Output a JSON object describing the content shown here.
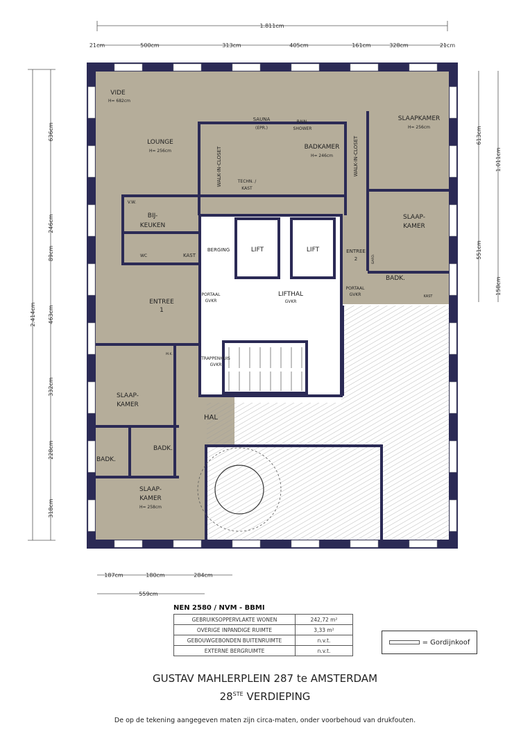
{
  "dimensions": {
    "top_total": "1.811cm",
    "top_segments": [
      "21cm",
      "500cm",
      "313cm",
      "405cm",
      "161cm",
      "328cm",
      "21cm"
    ],
    "left_total": "2.414cm",
    "left_segments": [
      "636cm",
      "246cm",
      "89cm",
      "463cm",
      "332cm",
      "228cm",
      "318cm"
    ],
    "right_segments": [
      "613cm",
      "551cm"
    ],
    "right_total": "1.011cm",
    "right_extra": "158cm",
    "bottom_segments": [
      "187cm",
      "180cm",
      "284cm"
    ],
    "bottom_total": "559cm"
  },
  "rooms": {
    "vide": "VIDE",
    "vide_h": "H= 682cm",
    "lounge": "LOUNGE",
    "lounge_h": "H= 256cm",
    "sauna": "SAUNA",
    "sauna_sub": "(EPR.)",
    "rain": "RAIN-",
    "shower": "SHOWER",
    "badkamer": "BADKAMER",
    "badkamer_h": "H= 246cm",
    "techn": "TECHN. /",
    "kast": "KAST",
    "walkin1": "WALK-IN-CLOSET",
    "walkin2": "WALK-IN-CLOSET",
    "slaapkamer": "SLAAPKAMER",
    "slaapkamer_h": "H= 256cm",
    "bij": "BIJ-",
    "keuken": "KEUKEN",
    "wc1": "WC",
    "kast2": "KAST",
    "vw": "V.W.",
    "berging": "BERGING",
    "lift1": "LIFT",
    "lift2": "LIFT",
    "entree2a": "ENTREE",
    "entree2b": "2",
    "slaap2a": "SLAAP-",
    "slaap2b": "KAMER",
    "badk1": "BADK.",
    "kast3": "KAST",
    "gard": "GARD.",
    "portaal1a": "PORTAAL",
    "portaal1b": "GVKR",
    "lifthal": "LIFTHAL",
    "lifthal_sub": "GVKR",
    "portaal2a": "PORTAAL",
    "portaal2b": "GVKR",
    "entree1a": "ENTREE",
    "entree1b": "1",
    "trap_a": "TRAPPENHUIS",
    "trap_b": "GVKR",
    "mk": "M.K.",
    "slaap3a": "SLAAP-",
    "slaap3b": "KAMER",
    "hal": "HAL",
    "badk2": "BADK.",
    "badk3": "BADK.",
    "slaap4a": "SLAAP-",
    "slaap4b": "KAMER",
    "slaap4h": "H= 258cm"
  },
  "colors": {
    "wall": "#2b2a55",
    "room": "#b5ad9a"
  },
  "area_table": {
    "title": "NEN 2580 / NVM - BBMI",
    "rows": [
      {
        "label": "GEBRUIKSOPPERVLAKTE WONEN",
        "value": "242,72 m²"
      },
      {
        "label": "OVERIGE INPANDIGE RUIMTE",
        "value": "3,33 m²"
      },
      {
        "label": "GEBOUWGEBONDEN BUITENRUIMTE",
        "value": "n.v.t."
      },
      {
        "label": "EXTERNE BERGRUIMTE",
        "value": "n.v.t."
      }
    ]
  },
  "legend": {
    "label": "= Gordijnkoof",
    "icon": "curtain-rail-icon"
  },
  "title": {
    "address": "GUSTAV MAHLERPLEIN 287 te AMSTERDAM",
    "floor_num": "28",
    "floor_sup": "STE",
    "floor_word": "VERDIEPING"
  },
  "note": "De op de tekening aangegeven maten zijn circa-maten, onder voorbehoud van drukfouten."
}
